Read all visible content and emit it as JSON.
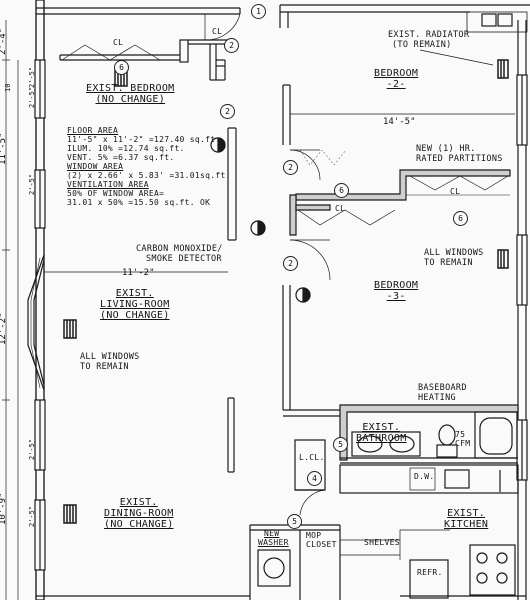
{
  "rooms": {
    "bedroom_exist": [
      "EXIST. BEDROOM",
      "(NO CHANGE)"
    ],
    "bedroom2": [
      "BEDROOM",
      "-2-"
    ],
    "bedroom3": [
      "BEDROOM",
      "-3-"
    ],
    "living": [
      "EXIST.",
      "LIVING-ROOM",
      "(NO CHANGE)"
    ],
    "dining": [
      "EXIST.",
      "DINING-ROOM",
      "(NO CHANGE)"
    ],
    "bathroom": [
      "EXIST.",
      "BATHROOM"
    ],
    "kitchen": [
      "EXIST.",
      "KITCHEN"
    ]
  },
  "calc": {
    "floor_area_title": "FLOOR AREA",
    "floor_area": "11'-5\" x 11'-2\" =127.40 sq.ft.",
    "ilum": "ILUM. 10% =12.74 sq.ft.",
    "vent": "VENT. 5% =6.37 sq.ft.",
    "window_area_title": "WINDOW AREA",
    "window_area": "(2) x 2.66' x 5.83' =31.01sq.ft.",
    "vent_area_title": "VENTILATION AREA",
    "vent_area1": "50% OF WINDOW AREA=",
    "vent_area2": "31.01 x 50% =15.50 sq.ft.  OK"
  },
  "notes": {
    "radiator": [
      "EXIST. RADIATOR",
      "(TO REMAIN)"
    ],
    "partitions": [
      "NEW (1) HR.",
      "RATED PARTITIONS"
    ],
    "carbon": [
      "CARBON MONOXIDE/",
      "SMOKE DETECTOR"
    ],
    "windows_right": [
      "ALL WINDOWS",
      "TO REMAIN"
    ],
    "windows_left": [
      "ALL WINDOWS",
      "TO REMAIN"
    ],
    "baseboard": [
      "BASEBOARD",
      "HEATING"
    ],
    "cfm": [
      "75",
      "CFM"
    ],
    "cl": "CL",
    "lcl": "L.CL.",
    "dw": "D.W.",
    "new_washer": [
      "NEW",
      "WASHER"
    ],
    "mop": [
      "MOP",
      "CLOSET"
    ],
    "shelves": "SHELVES",
    "refr": "REFR."
  },
  "dimensions": {
    "top_left": "2'-4\"",
    "left1": "11'-5\"",
    "left2": "12'-2\"",
    "left3": "10'-9\"",
    "small1": "2'-5\"",
    "small2": "2'-5\"",
    "small3": "2'-5\"",
    "small4": "2'-5\"",
    "small5": "2'-5\"",
    "tiny": "10",
    "br2_width": "14'-5\"",
    "living_width": "11'-2\""
  },
  "tags": {
    "t1": "1",
    "t2a": "2",
    "t2b": "2",
    "t2c": "2",
    "t2d": "2",
    "t4": "4",
    "t5a": "5",
    "t5b": "5",
    "t6a": "6",
    "t6b": "6",
    "t6c": "6"
  }
}
